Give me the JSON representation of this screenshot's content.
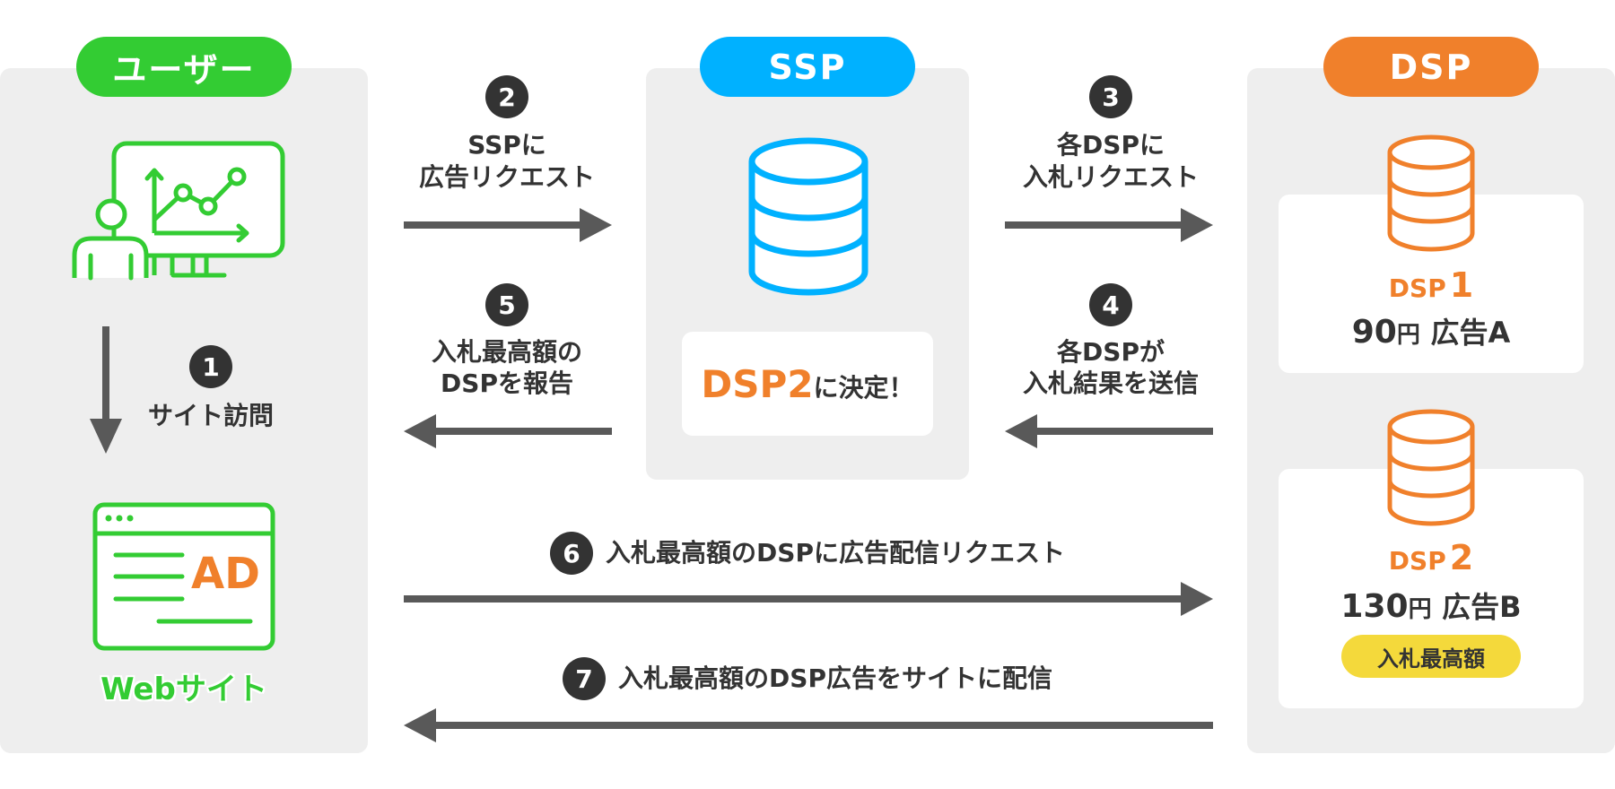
{
  "colors": {
    "user_green": "#33cc33",
    "ssp_blue": "#00b1ff",
    "dsp_orange": "#f0802b",
    "arrow_gray": "#595959",
    "badge_yellow": "#f4d93b",
    "panel_bg": "#eeeeee",
    "text_dark": "#333333"
  },
  "user": {
    "title": "ユーザー",
    "icon": "presenter-chart-icon",
    "website_icon": "browser-ad-icon",
    "website_ad_text": "AD",
    "website_label": "Webサイト"
  },
  "ssp": {
    "title": "SSP",
    "icon": "database-icon",
    "decision_highlight": "DSP2",
    "decision_suffix": "に決定！"
  },
  "dsp": {
    "title": "DSP",
    "items": [
      {
        "icon": "database-icon",
        "name_prefix": "DSP",
        "name_number": "1",
        "price_value": "90",
        "price_unit": "円",
        "ad": "広告A",
        "badge": ""
      },
      {
        "icon": "database-icon",
        "name_prefix": "DSP",
        "name_number": "2",
        "price_value": "130",
        "price_unit": "円",
        "ad": "広告B",
        "badge": "入札最高額"
      }
    ]
  },
  "steps": [
    {
      "number": "1",
      "lines": [
        "サイト訪問"
      ],
      "direction": "down"
    },
    {
      "number": "2",
      "lines": [
        "SSPに",
        "広告リクエスト"
      ],
      "direction": "right"
    },
    {
      "number": "3",
      "lines": [
        "各DSPに",
        "入札リクエスト"
      ],
      "direction": "right"
    },
    {
      "number": "4",
      "lines": [
        "各DSPが",
        "入札結果を送信"
      ],
      "direction": "left"
    },
    {
      "number": "5",
      "lines": [
        "入札最高額の",
        "DSPを報告"
      ],
      "direction": "left"
    },
    {
      "number": "6",
      "lines": [
        "入札最高額のDSPに広告配信リクエスト"
      ],
      "direction": "right"
    },
    {
      "number": "7",
      "lines": [
        "入札最高額のDSP広告をサイトに配信"
      ],
      "direction": "left"
    }
  ]
}
